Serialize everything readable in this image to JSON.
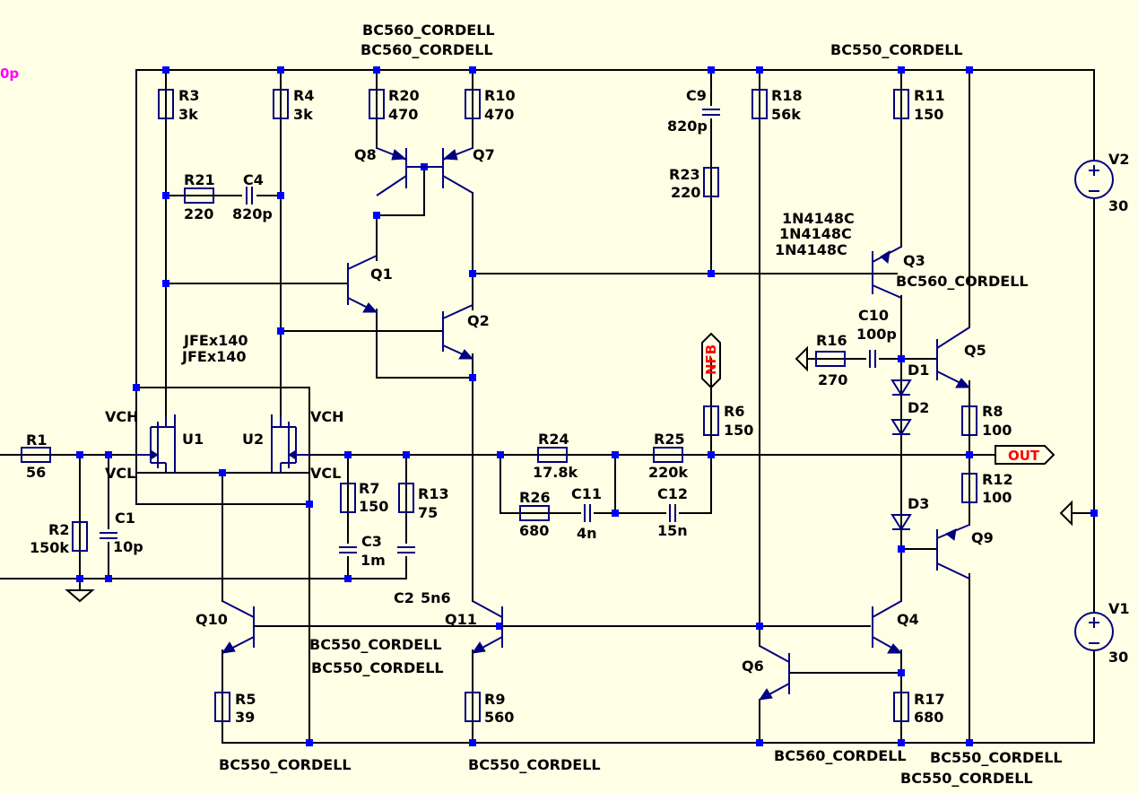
{
  "components": {
    "R1": {
      "ref": "R1",
      "value": "56"
    },
    "R2": {
      "ref": "R2",
      "value": "150k"
    },
    "C1": {
      "ref": "C1",
      "value": "10p"
    },
    "R3": {
      "ref": "R3",
      "value": "3k"
    },
    "R4": {
      "ref": "R4",
      "value": "3k"
    },
    "R21": {
      "ref": "R21",
      "value": "220"
    },
    "C4": {
      "ref": "C4",
      "value": "820p"
    },
    "R20": {
      "ref": "R20",
      "value": "470"
    },
    "R10": {
      "ref": "R10",
      "value": "470"
    },
    "C9": {
      "ref": "C9",
      "value": "820p"
    },
    "R23": {
      "ref": "R23",
      "value": "220"
    },
    "R18": {
      "ref": "R18",
      "value": "56k"
    },
    "R11": {
      "ref": "R11",
      "value": "150"
    },
    "R16": {
      "ref": "R16",
      "value": "270"
    },
    "C10": {
      "ref": "C10",
      "value": "100p"
    },
    "R8": {
      "ref": "R8",
      "value": "100"
    },
    "R12": {
      "ref": "R12",
      "value": "100"
    },
    "R6": {
      "ref": "R6",
      "value": "150"
    },
    "R24": {
      "ref": "R24",
      "value": "17.8k"
    },
    "R25": {
      "ref": "R25",
      "value": "220k"
    },
    "R26": {
      "ref": "R26",
      "value": "680"
    },
    "C11": {
      "ref": "C11",
      "value": "4n"
    },
    "C12": {
      "ref": "C12",
      "value": "15n"
    },
    "R7": {
      "ref": "R7",
      "value": "150"
    },
    "R13": {
      "ref": "R13",
      "value": "75"
    },
    "C3": {
      "ref": "C3",
      "value": "1m"
    },
    "C2": {
      "ref": "C2",
      "value": "5n6"
    },
    "R5": {
      "ref": "R5",
      "value": "39"
    },
    "R9": {
      "ref": "R9",
      "value": "560"
    },
    "R17": {
      "ref": "R17",
      "value": "680"
    },
    "V2": {
      "ref": "V2",
      "value": "30"
    },
    "V1": {
      "ref": "V1",
      "value": "30"
    }
  },
  "transistors": {
    "Q1": "Q1",
    "Q2": "Q2",
    "Q3": "Q3",
    "Q4": "Q4",
    "Q5": "Q5",
    "Q6": "Q6",
    "Q7": "Q7",
    "Q8": "Q8",
    "Q9": "Q9",
    "Q10": "Q10",
    "Q11": "Q11",
    "U1": "U1",
    "U2": "U2"
  },
  "diodes": {
    "D1": "D1",
    "D2": "D2",
    "D3": "D3"
  },
  "models": {
    "top_pnp_1": "BC560_CORDELL",
    "top_pnp_2": "BC560_CORDELL",
    "top_npn": "BC550_CORDELL",
    "diode_1": "1N4148C",
    "diode_2": "1N4148C",
    "diode_3": "1N4148C",
    "q3_model": "BC560_CORDELL",
    "jfet_1": "JFEx140",
    "jfet_2": "JFEx140",
    "mid_npn_1": "BC550_CORDELL",
    "mid_npn_2": "BC550_CORDELL",
    "bottom_q10": "BC550_CORDELL",
    "bottom_q11": "BC550_CORDELL",
    "bottom_q6": "BC560_CORDELL",
    "bottom_right_1": "BC550_CORDELL",
    "bottom_right_2": "BC550_CORDELL"
  },
  "pins": {
    "vch_1": "VCH",
    "vcl_1": "VCL",
    "vch_2": "VCH",
    "vcl_2": "VCL"
  },
  "nets": {
    "nfb": "NFB",
    "out": "OUT"
  },
  "edge_label": "0p",
  "colors": {
    "wire": "#000000",
    "component": "#000080",
    "junction": "#0000FF",
    "background": "#FFFFE6",
    "net_label": "#FF0000",
    "edge_label": "#FF00FF"
  }
}
